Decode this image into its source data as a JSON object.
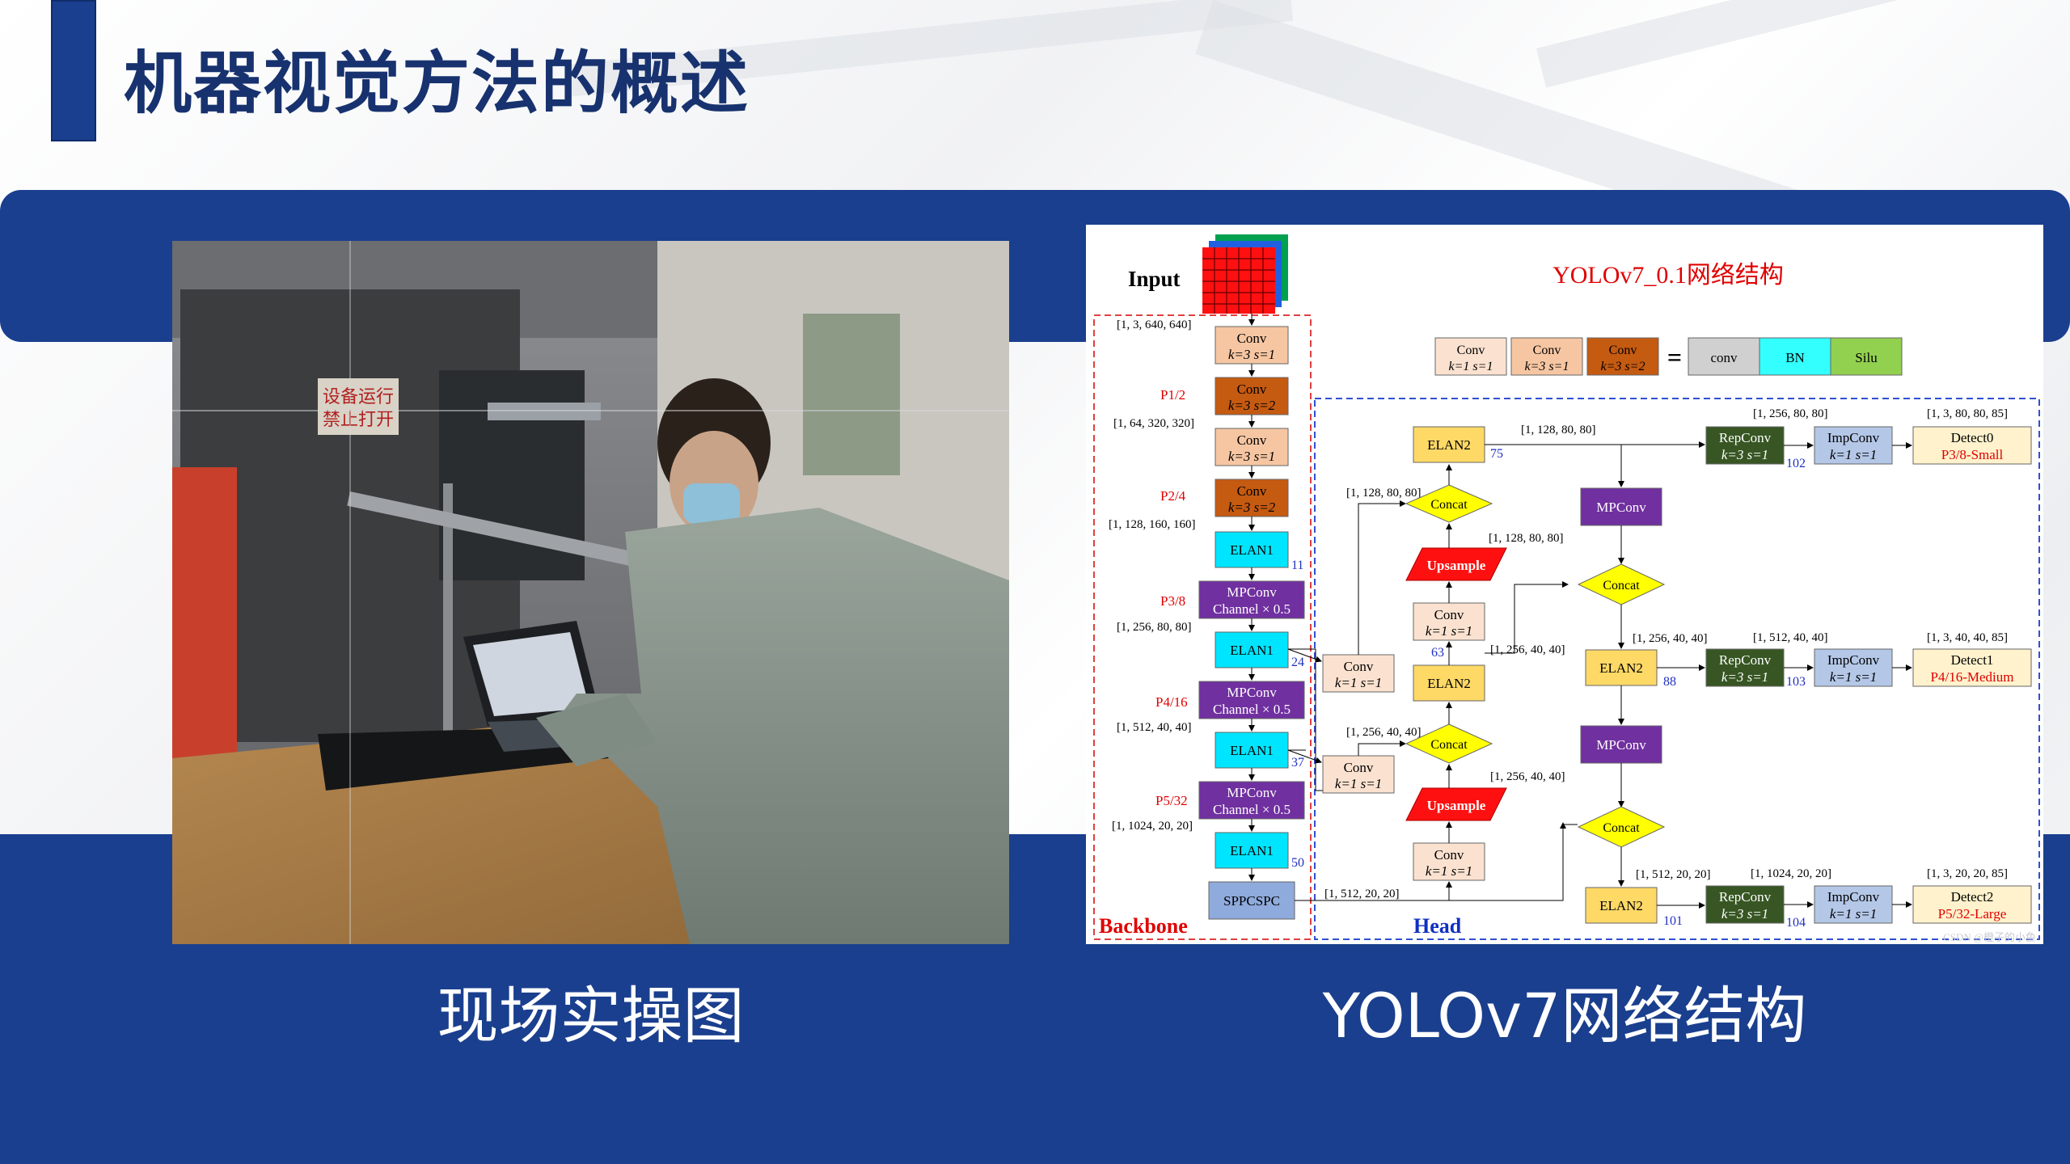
{
  "slide": {
    "title": "机器视觉方法的概述",
    "left_caption": "现场实操图",
    "right_caption": "YOLOv7网络结构"
  },
  "photo": {
    "sign_line1": "设备运行",
    "sign_line2": "禁止打开"
  },
  "diagram": {
    "title": "YOLOv7_0.1网络结构",
    "input_label": "Input",
    "backbone_label": "Backbone",
    "head_label": "Head",
    "legend": {
      "box1": [
        "Conv",
        "k=1 s=1"
      ],
      "box2": [
        "Conv",
        "k=3 s=1"
      ],
      "box3": [
        "Conv",
        "k=3 s=2"
      ],
      "equals": "=",
      "conv": "conv",
      "bn": "BN",
      "silu": "Silu"
    },
    "backbone": {
      "shape_in": "[1, 3, 640, 640]",
      "conv1": [
        "Conv",
        "k=3 s=1"
      ],
      "p1": "P1/2",
      "conv2": [
        "Conv",
        "k=3 s=2"
      ],
      "shape_p1": "[1, 64, 320, 320]",
      "conv3": [
        "Conv",
        "k=3 s=1"
      ],
      "p2": "P2/4",
      "conv4": [
        "Conv",
        "k=3 s=2"
      ],
      "shape_p2": "[1, 128, 160, 160]",
      "elan1": "ELAN1",
      "n11": "11",
      "p3": "P3/8",
      "mp1": [
        "MPConv",
        "Channel × 0.5"
      ],
      "shape_p3": "[1, 256, 80, 80]",
      "elan2": "ELAN1",
      "n24": "24",
      "p4": "P4/16",
      "mp2": [
        "MPConv",
        "Channel × 0.5"
      ],
      "shape_p4": "[1, 512, 40, 40]",
      "elan3": "ELAN1",
      "n37": "37",
      "p5": "P5/32",
      "mp3": [
        "MPConv",
        "Channel × 0.5"
      ],
      "shape_p5": "[1, 1024, 20, 20]",
      "elan4": "ELAN1",
      "n50": "50",
      "sppcspc": "SPPCSPC"
    },
    "head": {
      "elan_top": "ELAN2",
      "n75": "75",
      "shape_128_80_a": "[1, 128, 80, 80]",
      "shape_128_80_b": "[1, 128, 80, 80]",
      "shape_128_80_c": "[1, 128, 80, 80]",
      "concat1": "Concat",
      "upsample1": "Upsample",
      "conv_u1": [
        "Conv",
        "k=1 s=1"
      ],
      "n63": "63",
      "shape_256_40_a": "[1, 256, 40, 40]",
      "elan_mid": "ELAN2",
      "conv_side1": [
        "Conv",
        "k=1 s=1"
      ],
      "shape_256_40_b": "[1, 256, 40, 40]",
      "concat2": "Concat",
      "shape_256_40_c": "[1, 256, 40, 40]",
      "upsample2": "Upsample",
      "conv_side2": [
        "Conv",
        "k=1 s=1"
      ],
      "conv_u2": [
        "Conv",
        "k=1 s=1"
      ],
      "shape_512_20": "[1, 512, 20, 20]",
      "mpconv_a": "MPConv",
      "concat3": "Concat",
      "shape_256_40_d": "[1, 256, 40, 40]",
      "elan_r2": "ELAN2",
      "n88": "88",
      "mpconv_b": "MPConv",
      "concat4": "Concat",
      "shape_512_20_b": "[1, 512, 20, 20]",
      "elan_r3": "ELAN2",
      "n101": "101",
      "shape_256_80": "[1, 256, 80, 80]",
      "shape_512_40": "[1, 512, 40, 40]",
      "shape_1024_20": "[1, 1024, 20, 20]",
      "rep1": [
        "RepConv",
        "k=3 s=1"
      ],
      "rep2": [
        "RepConv",
        "k=3 s=1"
      ],
      "rep3": [
        "RepConv",
        "k=3 s=1"
      ],
      "n102": "102",
      "n103": "103",
      "n104": "104",
      "imp1": [
        "ImpConv",
        "k=1 s=1"
      ],
      "imp2": [
        "ImpConv",
        "k=1 s=1"
      ],
      "imp3": [
        "ImpConv",
        "k=1 s=1"
      ],
      "out_shape1": "[1, 3, 80, 80, 85]",
      "out_shape2": "[1, 3, 40, 40, 85]",
      "out_shape3": "[1, 3, 20, 20, 85]",
      "det0": [
        "Detect0",
        "P3/8-Small"
      ],
      "det1": [
        "Detect1",
        "P4/16-Medium"
      ],
      "det2": [
        "Detect2",
        "P5/32-Large"
      ]
    },
    "watermark": "CSDN @橙子的小鱼"
  },
  "colors": {
    "brand_blue": "#1a3f8e",
    "conv_light": "#f6c6a2",
    "conv_dark": "#c55a11",
    "elan1": "#00e5ff",
    "mpconv": "#7030a0",
    "elan2": "#ffd966",
    "repconv": "#375623",
    "impconv": "#b4c7e7",
    "detect": "#fff2cc",
    "concat": "#ffff00",
    "upsample": "#ff0000",
    "sppcspc": "#8faadc"
  }
}
